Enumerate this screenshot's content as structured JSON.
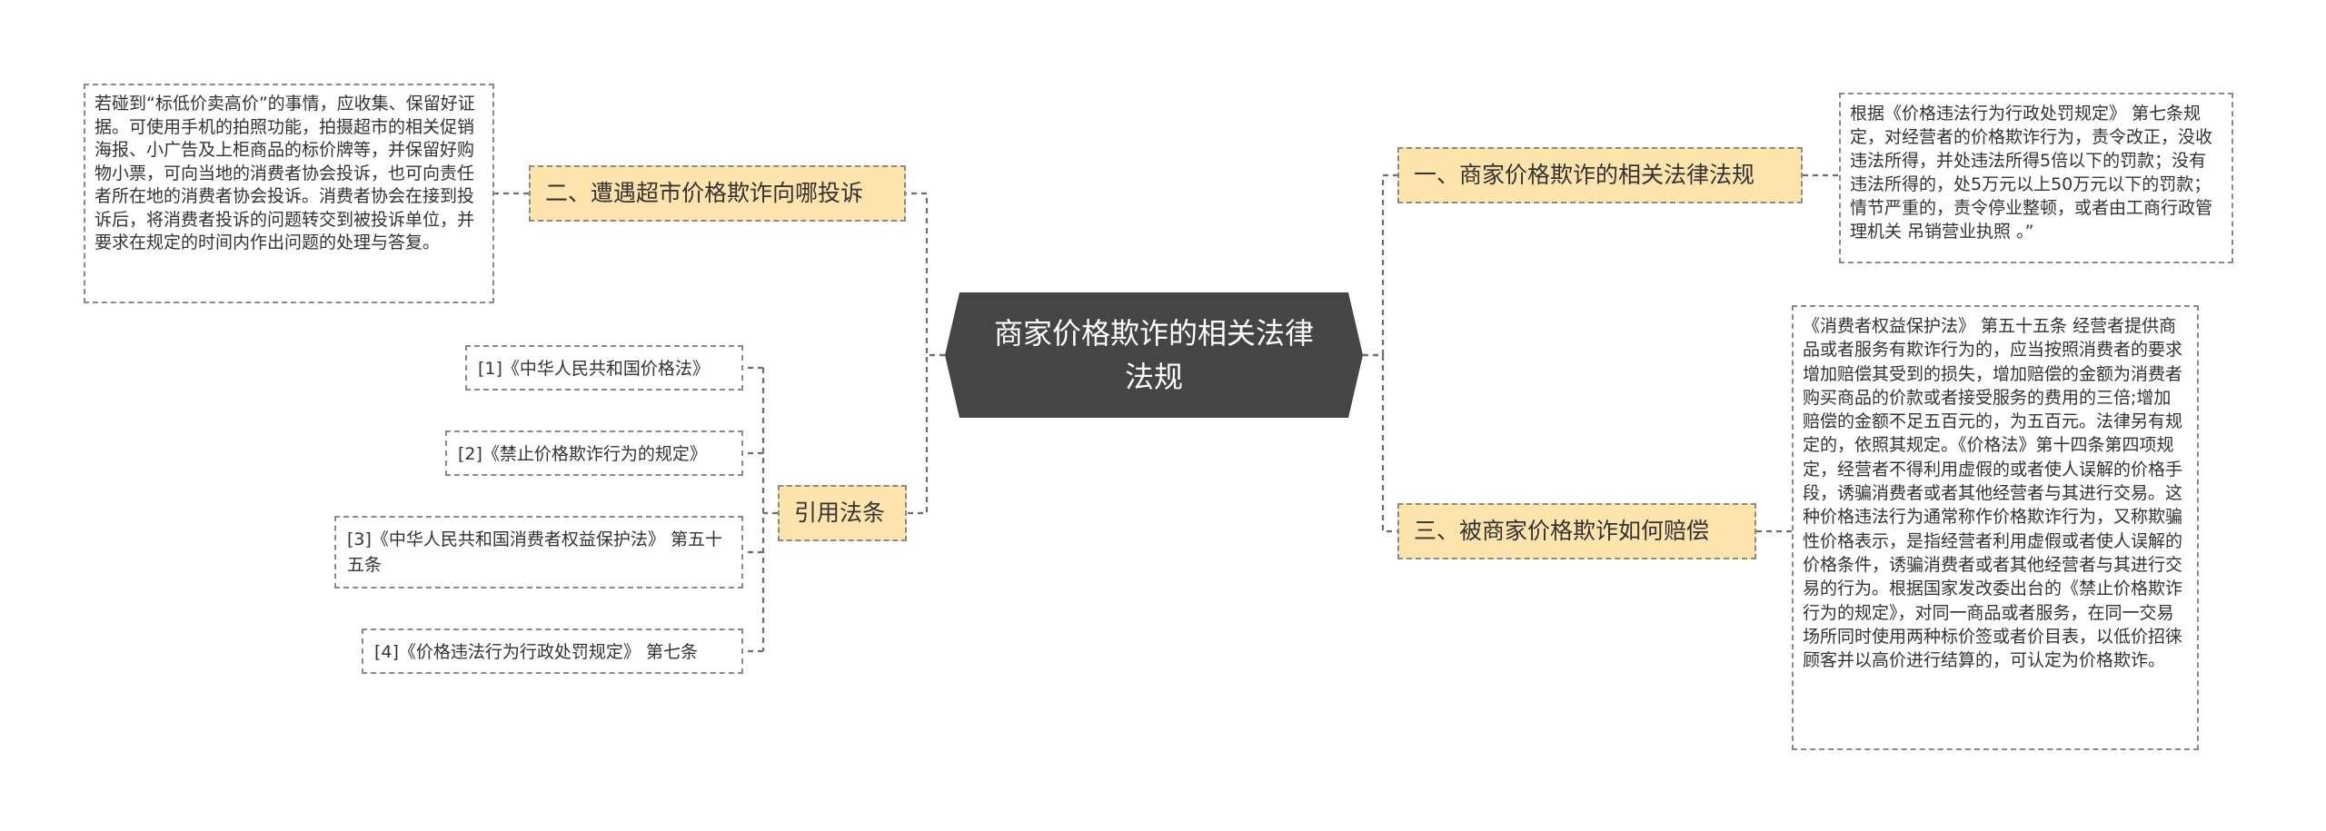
{
  "central": {
    "title": "商家价格欺诈的相关法律法规"
  },
  "branches": {
    "laws": {
      "label": "一、商家价格欺诈的相关法律法规",
      "detail": "根据《价格违法行为行政处罚规定》 第七条规定，对经营者的价格欺诈行为，责令改正，没收违法所得，并处违法所得5倍以下的罚款；没有违法所得的，处5万元以上50万元以下的罚款；情节严重的，责令停业整顿，或者由工商行政管理机关 吊销营业执照 。”"
    },
    "complaint": {
      "label": "二、遭遇超市价格欺诈向哪投诉",
      "detail": "若碰到“标低价卖高价”的事情，应收集、保留好证据。可使用手机的拍照功能，拍摄超市的相关促销海报、小广告及上柜商品的标价牌等，并保留好购物小票，可向当地的消费者协会投诉，也可向责任者所在地的消费者协会投诉。消费者协会在接到投诉后，将消费者投诉的问题转交到被投诉单位，并要求在规定的时间内作出问题的处理与答复。"
    },
    "compensation": {
      "label": "三、被商家价格欺诈如何赔偿",
      "detail": "《消费者权益保护法》 第五十五条 经营者提供商品或者服务有欺诈行为的，应当按照消费者的要求增加赔偿其受到的损失，增加赔偿的金额为消费者购买商品的价款或者接受服务的费用的三倍;增加赔偿的金额不足五百元的，为五百元。法律另有规定的，依照其规定。《价格法》第十四条第四项规定，经营者不得利用虚假的或者使人误解的价格手段，诱骗消费者或者其他经营者与其进行交易。这种价格违法行为通常称作价格欺诈行为，又称欺骗性价格表示，是指经营者利用虚假或者使人误解的价格条件，诱骗消费者或者其他经营者与其进行交易的行为。根据国家发改委出台的《禁止价格欺诈行为的规定》，对同一商品或者服务，在同一交易场所同时使用两种标价签或者价目表，以低价招徕顾客并以高价进行结算的，可认定为价格欺诈。"
    },
    "citations": {
      "label": "引用法条",
      "items": [
        "[1]《中华人民共和国价格法》",
        "[2]《禁止价格欺诈行为的规定》",
        "[3]《中华人民共和国消费者权益保护法》 第五十五条",
        "[4]《价格违法行为行政处罚规定》 第七条"
      ]
    }
  },
  "colors": {
    "central_bg": "#454545",
    "branch_bg": "#fde4ac",
    "line": "#6e6e6e",
    "border": "#8a8a8a"
  }
}
